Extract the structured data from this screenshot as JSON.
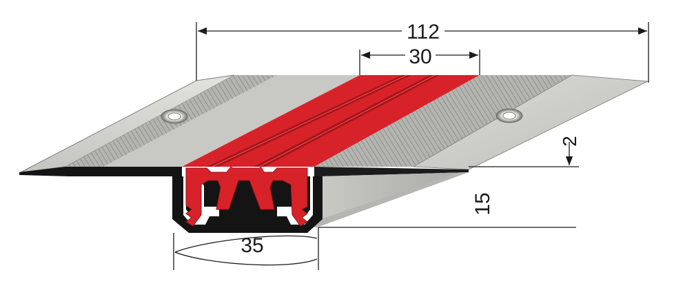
{
  "dimensions": {
    "overall_width": "112",
    "insert_width": "30",
    "edge_thickness": "2",
    "profile_height": "15",
    "channel_width": "35"
  },
  "colors": {
    "aluminium_light": "#d9d9d6",
    "aluminium_mid": "#b9b9b5",
    "aluminium_dark": "#8e8e8a",
    "groove": "#9a9a96",
    "insert_red": "#d8222a",
    "insert_dark": "#a3141a",
    "section_black": "#141414",
    "dimension_line": "#1a1a1a"
  },
  "icons": [
    "screw-hole-icon",
    "arrow-icon"
  ]
}
